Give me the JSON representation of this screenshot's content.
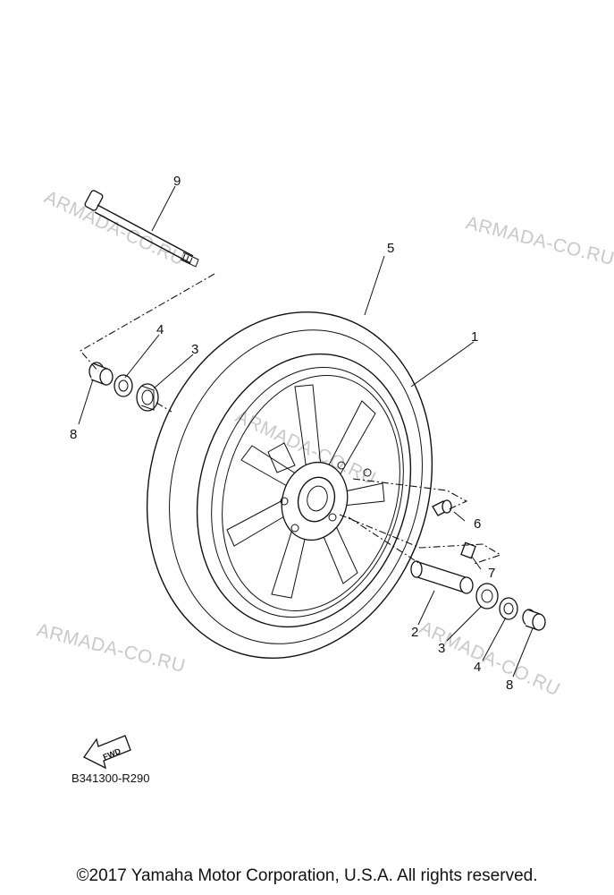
{
  "callouts": {
    "n1": "1",
    "n2": "2",
    "n3a": "3",
    "n3b": "3",
    "n4a": "4",
    "n4b": "4",
    "n5": "5",
    "n6": "6",
    "n7": "7",
    "n8a": "8",
    "n8b": "8",
    "n9": "9"
  },
  "watermark": "ARMADA-CO.RU",
  "fwd_label": "FWD",
  "ref_code": "B341300-R290",
  "copyright": "©2017 Yamaha Motor Corporation, U.S.A. All rights reserved."
}
